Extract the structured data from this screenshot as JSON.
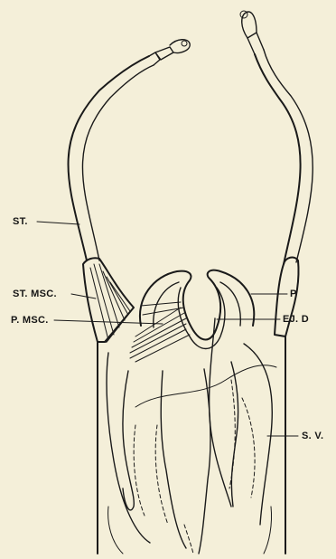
{
  "labels": {
    "st": "ST.",
    "st_msc": "ST. MSC.",
    "p_msc": "P. MSC.",
    "p": "P",
    "ej_d": "EJ. D",
    "s_v": "S. V."
  },
  "colors": {
    "paper": "#f4efd9",
    "ink": "#1a1a1a"
  }
}
